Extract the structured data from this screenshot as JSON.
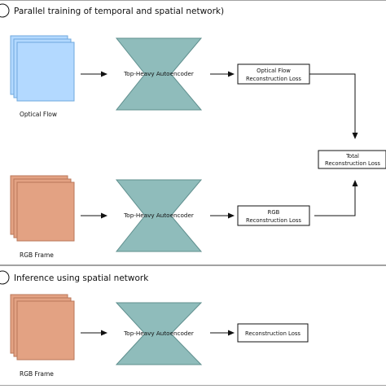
{
  "section1": {
    "title": "Parallel training of temporal and spatial network)"
  },
  "section2": {
    "title": "Inference using spatial network"
  },
  "stacks": {
    "optical_flow": {
      "label": "Optical Flow",
      "fill": "#b3d9ff",
      "stroke": "#6fa8dc"
    },
    "rgb_frame_train": {
      "label": "RGB Frame",
      "fill": "#e3a283",
      "stroke": "#b9775a"
    },
    "rgb_frame_infer": {
      "label": "RGB Frame",
      "fill": "#e3a283",
      "stroke": "#b9775a"
    }
  },
  "autoencoders": {
    "temporal": {
      "label": "Top-Heavy Autoencoder"
    },
    "spatial_train": {
      "label": "Top-Heavy Autoencoder"
    },
    "spatial_infer": {
      "label": "Top-Heavy Autoencoder"
    },
    "fill": "#8fbcbb",
    "stroke": "#5f8f8e"
  },
  "boxes": {
    "optical_flow_loss": {
      "line1": "Optical Flow",
      "line2": "Reconstruction Loss"
    },
    "rgb_loss": {
      "line1": "RGB",
      "line2": "Reconstruction Loss"
    },
    "total_loss": {
      "line1": "Total",
      "line2": "Reconstruction Loss"
    },
    "infer_loss": {
      "line1": "Reconstruction Loss"
    }
  }
}
